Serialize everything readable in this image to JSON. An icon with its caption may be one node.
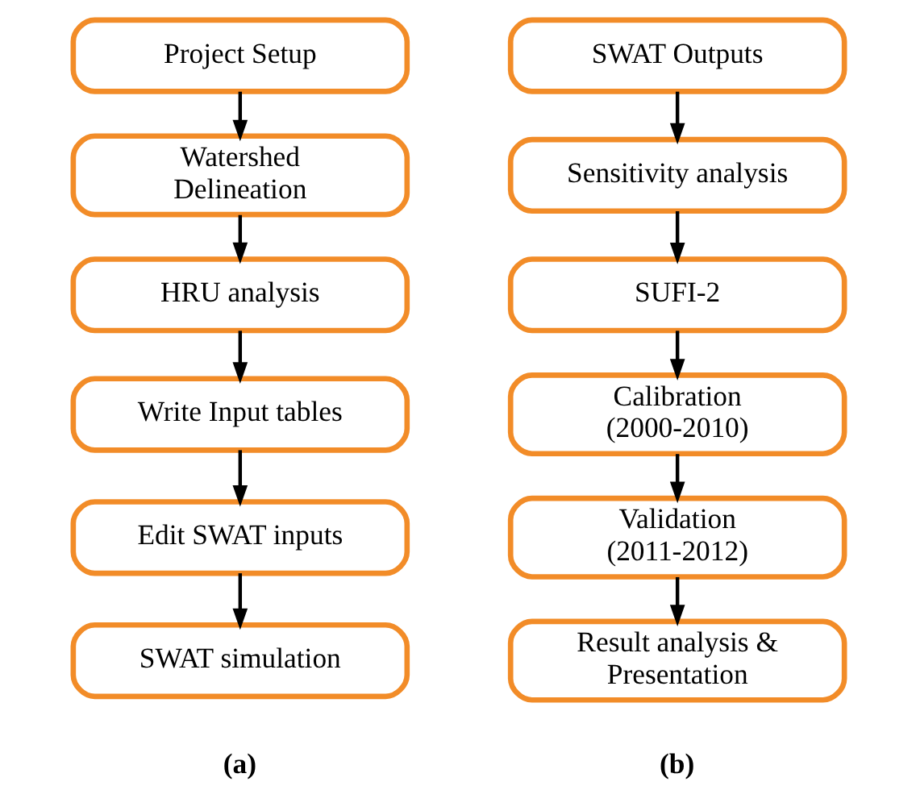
{
  "diagram": {
    "nodes": [
      {
        "text": [
          "Project Setup"
        ]
      },
      {
        "text": [
          "Watershed Delineation"
        ]
      },
      {
        "text": [
          "HRU analysis"
        ]
      },
      {
        "text": [
          "Write Input tables"
        ]
      },
      {
        "text": [
          "Edit SWAT inputs"
        ]
      },
      {
        "text": [
          "SWAT simulation"
        ]
      },
      {
        "text": [
          "SWAT Outputs"
        ]
      },
      {
        "text": [
          "Sensitivity analysis"
        ]
      },
      {
        "text": [
          "SUFI-2"
        ]
      },
      {
        "text": [
          "Calibration (2000-2010)"
        ]
      },
      {
        "text": [
          "Validation (2011-2012)"
        ]
      },
      {
        "text": [
          "Result analysis & Presentation"
        ]
      }
    ],
    "edges": [
      {
        "from": 0,
        "to": 1,
        "arrow": "to"
      },
      {
        "from": 1,
        "to": 2,
        "arrow": "to"
      },
      {
        "from": 2,
        "to": 3,
        "arrow": "to"
      },
      {
        "from": 3,
        "to": 4,
        "arrow": "to"
      },
      {
        "from": 4,
        "to": 5,
        "arrow": "to"
      },
      {
        "from": 6,
        "to": 7,
        "arrow": "to"
      },
      {
        "from": 7,
        "to": 8,
        "arrow": "to"
      },
      {
        "from": 8,
        "to": 9,
        "arrow": "to"
      },
      {
        "from": 9,
        "to": 10,
        "arrow": "to"
      },
      {
        "from": 10,
        "to": 11,
        "arrow": "to"
      }
    ],
    "labels": [
      "(a)",
      "(b)"
    ]
  }
}
